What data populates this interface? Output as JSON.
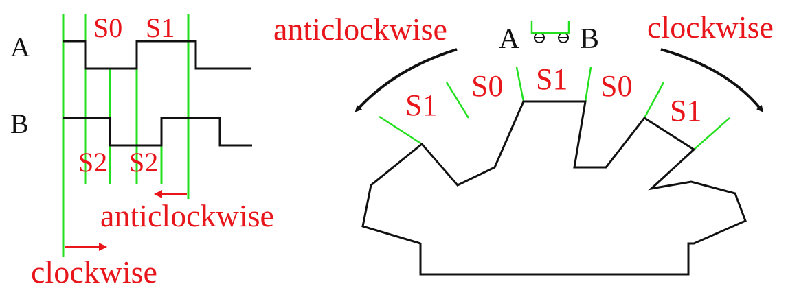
{
  "colors": {
    "label_red": "#e8161b",
    "marker_green": "#22e01e",
    "line_black": "#111111"
  },
  "timing": {
    "channel_a_label": "A",
    "channel_b_label": "B",
    "state_s0": "S0",
    "state_s1": "S1",
    "state_s2_first": "S2",
    "state_s2_second": "S2",
    "anticlockwise_label": "anticlockwise",
    "clockwise_label": "clockwise"
  },
  "wheel": {
    "sensor_a_label": "A",
    "sensor_b_label": "B",
    "anticlockwise_label": "anticlockwise",
    "clockwise_label": "clockwise",
    "tooth_states": [
      "S1",
      "S0",
      "S1",
      "S0",
      "S1"
    ]
  }
}
